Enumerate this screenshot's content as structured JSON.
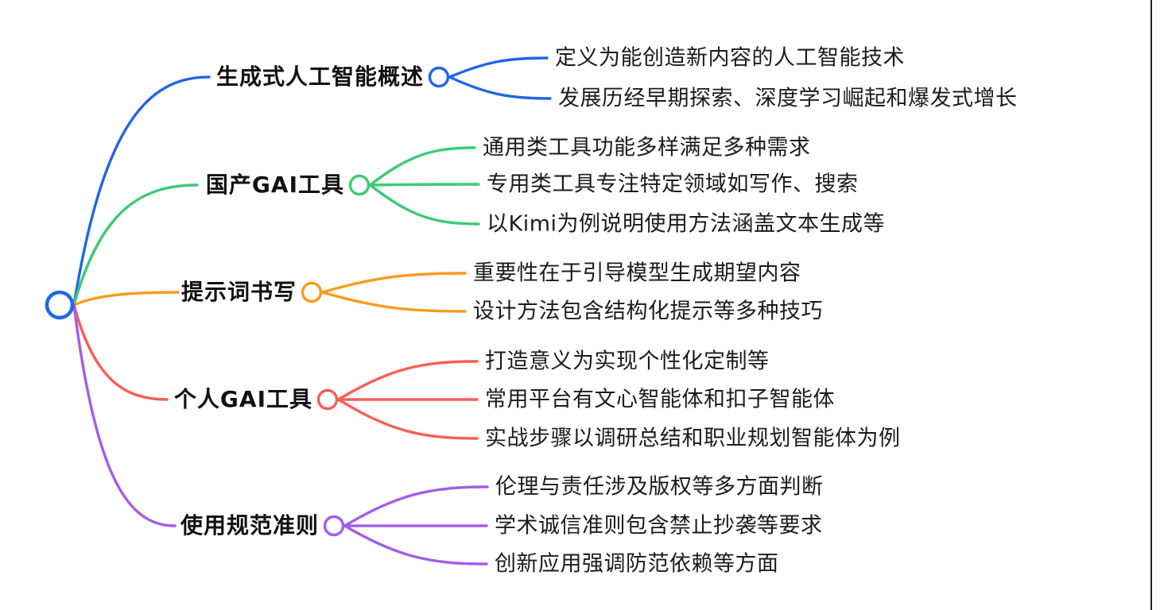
{
  "diagram": {
    "type": "mindmap",
    "root": {
      "color": "#1F66E8"
    },
    "branches": [
      {
        "label": "生成式人工智能概述",
        "color": "#1F66E8",
        "children": [
          "定义为能创造新内容的人工智能技术",
          "发展历经早期探索、深度学习崛起和爆发式增长"
        ]
      },
      {
        "label": "国产GAI工具",
        "color": "#3BCB77",
        "children": [
          "通用类工具功能多样满足多种需求",
          "专用类工具专注特定领域如写作、搜索",
          "以Kimi为例说明使用方法涵盖文本生成等"
        ]
      },
      {
        "label": "提示词书写",
        "color": "#FA9C1B",
        "children": [
          "重要性在于引导模型生成期望内容",
          "设计方法包含结构化提示等多种技巧"
        ]
      },
      {
        "label": "个人GAI工具",
        "color": "#F95D55",
        "children": [
          "打造意义为实现个性化定制等",
          "常用平台有文心智能体和扣子智能体",
          "实战步骤以调研总结和职业规划智能体为例"
        ]
      },
      {
        "label": "使用规范准则",
        "color": "#A15EE8",
        "children": [
          "伦理与责任涉及版权等多方面判断",
          "学术诚信准则包含禁止抄袭等要求",
          "创新应用强调防范依赖等方面"
        ]
      }
    ],
    "text_color": "#1b1b1b",
    "background_color": "#ffffff",
    "border_color": "#1f1f1f"
  }
}
